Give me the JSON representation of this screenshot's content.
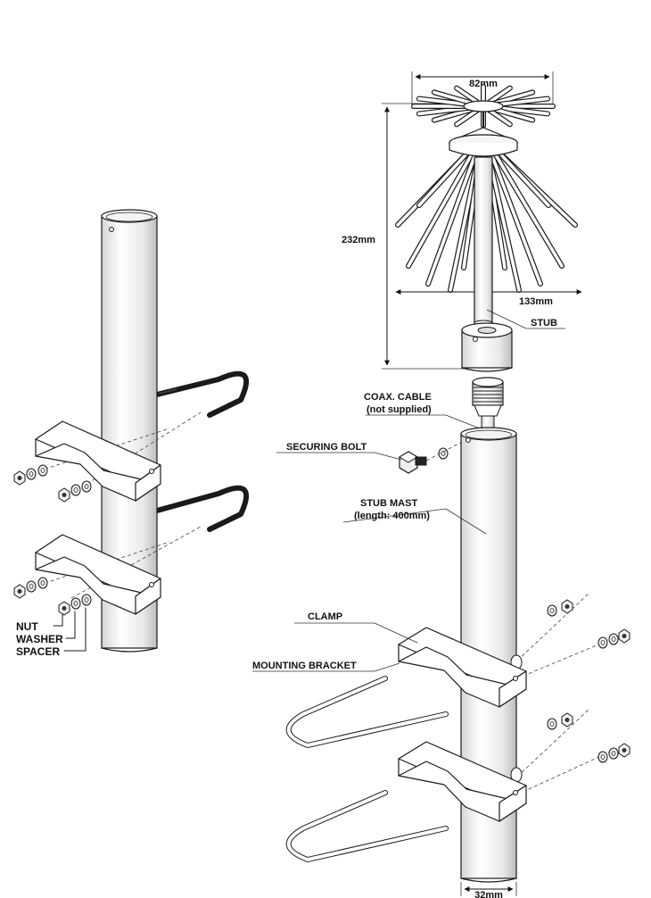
{
  "dimensions": {
    "whip_span": "82mm",
    "overall_height": "232mm",
    "radial_span": "133mm",
    "mast_diameter": "32mm"
  },
  "callouts": {
    "stub": "STUB",
    "coax_cable": "COAX. CABLE",
    "coax_note": "(not supplied)",
    "securing_bolt": "SECURING BOLT",
    "stub_mast": "STUB MAST",
    "stub_mast_length": "(length: 400mm)",
    "clamp": "CLAMP",
    "mounting_bracket": "MOUNTING BRACKET"
  },
  "legend": {
    "nut": "NUT",
    "washer": "WASHER",
    "spacer": "SPACER"
  }
}
